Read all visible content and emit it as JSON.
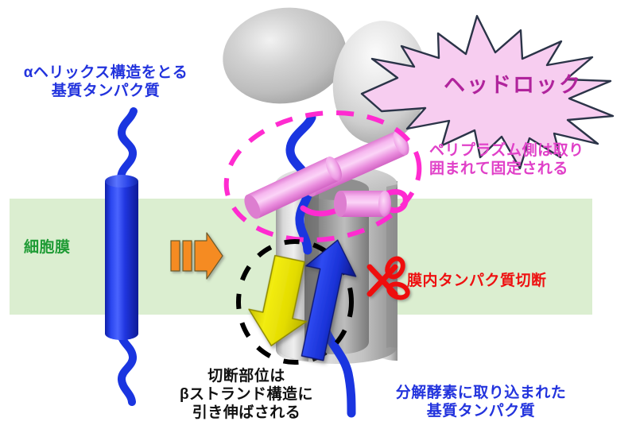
{
  "figure": {
    "title_caption": "",
    "background_color": "#ffffff"
  },
  "membrane": {
    "label": "細胞膜",
    "color": "#dbeed0",
    "text_color": "#1f9b35"
  },
  "labels": {
    "substrate_helix": "αヘリックス構造をとる\n基質タンパク質",
    "periplasm_fixed": "ペリプラズム側は取り\n囲まれて固定される",
    "intramembrane_cleavage": "膜内タンパク質切断",
    "beta_strand": "切断部位は\nβストランド構造に\n引き伸ばされる",
    "engulfed_substrate": "分解酵素に取り込まれた\n基質タンパク質"
  },
  "burst": {
    "text": "ヘッドロック",
    "fill_color": "#f7cdf0",
    "stroke_color": "#2b3448",
    "text_color": "#b0249c"
  },
  "colors": {
    "substrate_blue": "#1a35e0",
    "helix_pink": "#ef8fe3",
    "dashed_magenta": "#ff2bd0",
    "dashed_black": "#000000",
    "scissors_red": "#ee1111",
    "arrow_orange": "#f58b22",
    "arrow_yellow": "#e8e000",
    "arrow_blue": "#1a35e0",
    "protease_gray": "#c9c9c9",
    "blob_gray": "#c4c4c4"
  },
  "elements": {
    "alpha_helix_cylinder": "α-helix substrate protein cylinder",
    "protease_barrel": "membrane protease barrel",
    "blob_large": "periplasmic domain lobe (large)",
    "blob_small": "periplasmic domain lobe (small)",
    "pink_helix_upper_right": "pink helix cylinder upper right",
    "pink_helix_left": "pink helix cylinder left",
    "pink_helix_center": "pink helix cylinder center",
    "orange_arrow": "transition arrow",
    "yellow_arrow": "downward pull arrow",
    "blue_beta_arrow": "beta-strand arrow",
    "scissors": "cleavage scissors",
    "magenta_dashed_ellipse": "periplasmic enclosure highlight",
    "black_dashed_circle": "cleavage site highlight"
  }
}
